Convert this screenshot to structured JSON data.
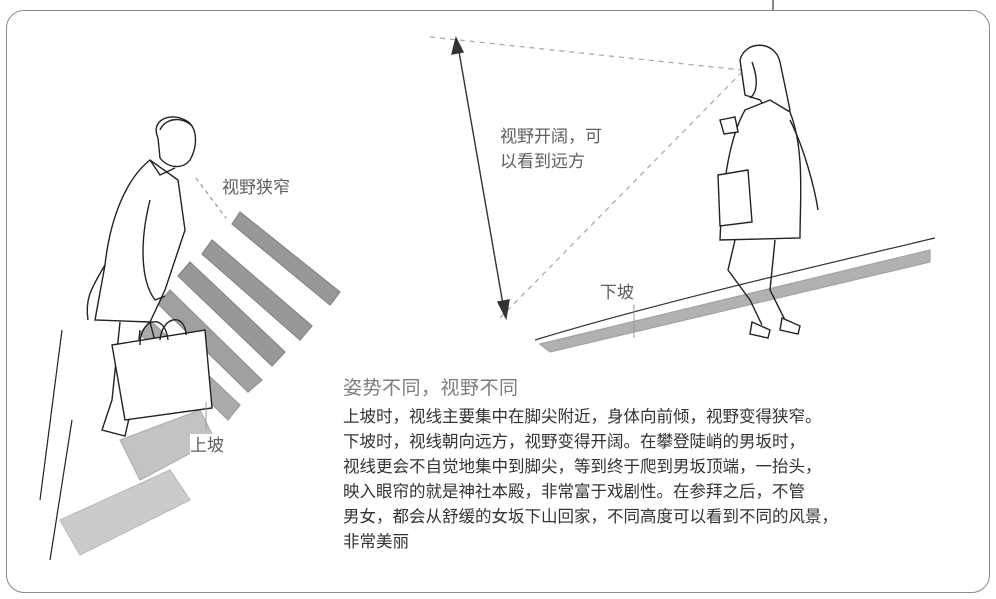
{
  "labels": {
    "narrow_view": "视野狭窄",
    "wide_view_line1": "视野开阔，可",
    "wide_view_line2": "以看到远方",
    "downhill": "下坡",
    "uphill": "上坡"
  },
  "caption": {
    "title": "姿势不同，视野不同",
    "lines": [
      "上坡时，视线主要集中在脚尖附近，身体向前倾，视野变得狭窄。",
      "下坡时，视线朝向远方，视野变得开阔。在攀登陡峭的男坂时，",
      "视线更会不自觉地集中到脚尖，等到终于爬到男坂顶端，一抬头，",
      "映入眼帘的就是神社本殿，非常富于戏剧性。在参拜之后，不管",
      "男女，都会从舒缓的女坂下山回家，不同高度可以看到不同的风景，",
      "非常美丽"
    ]
  }
}
